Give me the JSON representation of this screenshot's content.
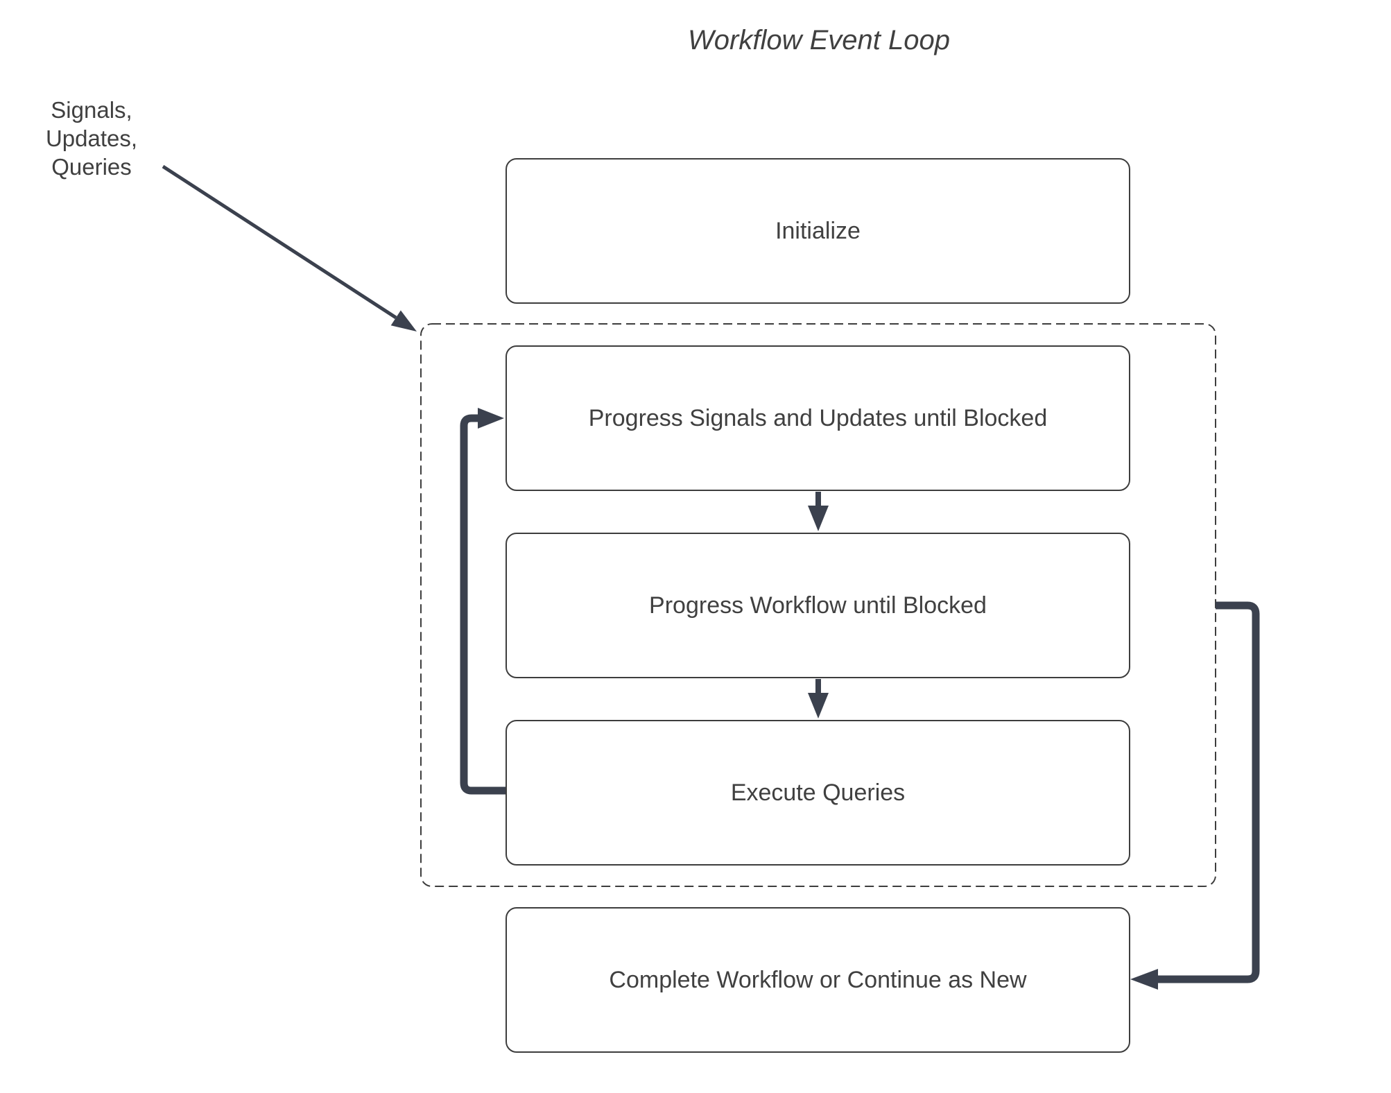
{
  "title": "Workflow Event Loop",
  "external_label": {
    "line1": "Signals, Updates,",
    "line2": "Queries"
  },
  "nodes": [
    {
      "id": "initialize",
      "label": "Initialize"
    },
    {
      "id": "progress-signals",
      "label": "Progress Signals and Updates until Blocked"
    },
    {
      "id": "progress-workflow",
      "label": "Progress Workflow until Blocked"
    },
    {
      "id": "execute-queries",
      "label": "Execute Queries"
    },
    {
      "id": "complete-workflow",
      "label": "Complete Workflow or Continue as New"
    }
  ],
  "container": {
    "id": "event-loop-boundary",
    "style": "dashed",
    "contains": [
      "progress-signals",
      "progress-workflow",
      "execute-queries"
    ]
  },
  "edges": [
    {
      "from": "external-inputs-label",
      "to": "event-loop-boundary",
      "type": "straight-arrow"
    },
    {
      "from": "progress-signals",
      "to": "progress-workflow",
      "type": "down-arrow"
    },
    {
      "from": "progress-workflow",
      "to": "execute-queries",
      "type": "down-arrow"
    },
    {
      "from": "execute-queries",
      "to": "progress-signals",
      "type": "elbow-arrow-left-loop"
    },
    {
      "from": "event-loop-boundary",
      "to": "complete-workflow",
      "type": "elbow-arrow-right"
    }
  ],
  "colors": {
    "connector": "#3b414e",
    "border": "#3d3d3d",
    "text": "#404040",
    "background": "#ffffff"
  }
}
